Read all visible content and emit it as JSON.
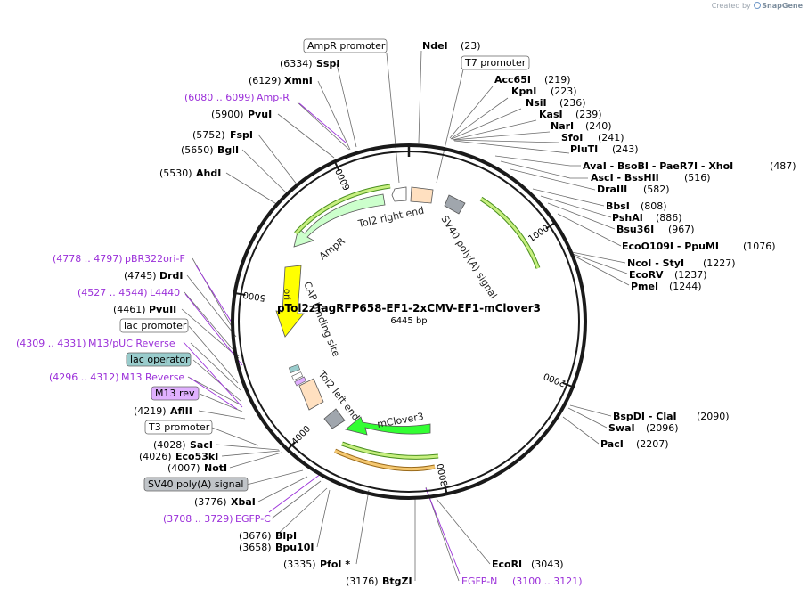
{
  "credit": {
    "prefix": "Created by",
    "brand": "SnapGene"
  },
  "plasmid": {
    "name": "pTol2zTagRFP658-EF1-2xCMV-EF1-mClover3",
    "length_label": "6445 bp",
    "total_bp": 6445
  },
  "ticks": [
    {
      "pos": 1000,
      "label": "1000"
    },
    {
      "pos": 2000,
      "label": "2000"
    },
    {
      "pos": 3000,
      "label": "3000"
    },
    {
      "pos": 4000,
      "label": "4000"
    },
    {
      "pos": 5000,
      "label": "5000"
    },
    {
      "pos": 6000,
      "label": "6000"
    }
  ],
  "right_sites": [
    {
      "name": "NdeI",
      "pos": "(23)"
    },
    {
      "name": "Acc65I",
      "pos": "(219)"
    },
    {
      "name": "KpnI",
      "pos": "(223)"
    },
    {
      "name": "NsiI",
      "pos": "(236)"
    },
    {
      "name": "KasI",
      "pos": "(239)"
    },
    {
      "name": "NarI",
      "pos": "(240)"
    },
    {
      "name": "SfoI",
      "pos": "(241)"
    },
    {
      "name": "PluTI",
      "pos": "(243)"
    },
    {
      "name": "AvaI - BsoBI - PaeR7I - XhoI",
      "pos": "(487)"
    },
    {
      "name": "AscI - BssHII",
      "pos": "(516)"
    },
    {
      "name": "DraIII",
      "pos": "(582)"
    },
    {
      "name": "BbsI",
      "pos": "(808)"
    },
    {
      "name": "PshAI",
      "pos": "(886)"
    },
    {
      "name": "Bsu36I",
      "pos": "(967)"
    },
    {
      "name": "EcoO109I - PpuMI",
      "pos": "(1076)"
    },
    {
      "name": "NcoI - StyI",
      "pos": "(1227)"
    },
    {
      "name": "EcoRV",
      "pos": "(1237)"
    },
    {
      "name": "PmeI",
      "pos": "(1244)"
    },
    {
      "name": "BspDI - ClaI",
      "pos": "(2090)"
    },
    {
      "name": "SwaI",
      "pos": "(2096)"
    },
    {
      "name": "PacI",
      "pos": "(2207)"
    },
    {
      "name": "EcoRI",
      "pos": "(3043)"
    }
  ],
  "left_sites": [
    {
      "name": "SspI",
      "pos": "(6334)"
    },
    {
      "name": "XmnI",
      "pos": "(6129)"
    },
    {
      "name": "PvuI",
      "pos": "(5900)"
    },
    {
      "name": "FspI",
      "pos": "(5752)"
    },
    {
      "name": "BglI",
      "pos": "(5650)"
    },
    {
      "name": "AhdI",
      "pos": "(5530)"
    },
    {
      "name": "DrdI",
      "pos": "(4745)"
    },
    {
      "name": "PvuII",
      "pos": "(4461)"
    },
    {
      "name": "AflII",
      "pos": "(4219)"
    },
    {
      "name": "SacI",
      "pos": "(4028)"
    },
    {
      "name": "Eco53kI",
      "pos": "(4026)"
    },
    {
      "name": "NotI",
      "pos": "(4007)"
    },
    {
      "name": "XbaI",
      "pos": "(3776)"
    },
    {
      "name": "BlpI",
      "pos": "(3676)"
    },
    {
      "name": "Bpu10I",
      "pos": "(3658)"
    },
    {
      "name": "PfoI *",
      "pos": "(3335)"
    },
    {
      "name": "BtgZI",
      "pos": "(3176)"
    }
  ],
  "primers": [
    {
      "range": "(6080 .. 6099)",
      "name": "Amp-R"
    },
    {
      "range": "(4778 .. 4797)",
      "name": "pBR322ori-F"
    },
    {
      "range": "(4527 .. 4544)",
      "name": "L4440"
    },
    {
      "range": "(4309 .. 4331)",
      "name": "M13/pUC Reverse"
    },
    {
      "range": "(4296 .. 4312)",
      "name": "M13 Reverse"
    },
    {
      "range": "(3708 .. 3729)",
      "name": "EGFP-C"
    },
    {
      "name": "EGFP-N",
      "range": "(3100 .. 3121)"
    }
  ],
  "boxed_labels": [
    {
      "text": "AmpR promoter"
    },
    {
      "text": "T7 promoter"
    },
    {
      "text": "lac promoter"
    },
    {
      "text": "lac operator"
    },
    {
      "text": "M13 rev"
    },
    {
      "text": "T3 promoter"
    },
    {
      "text": "SV40 poly(A) signal"
    }
  ],
  "feature_labels": [
    {
      "text": "Tol2 right end"
    },
    {
      "text": "SV40 poly(A) signal"
    },
    {
      "text": "AmpR"
    },
    {
      "text": "ori"
    },
    {
      "text": "CAP binding site"
    },
    {
      "text": "Tol2 left end"
    },
    {
      "text": "mClover3"
    }
  ],
  "colors": {
    "backbone": "#1a1a1a",
    "enzyme_text": "#000000",
    "primer": "#9b30d9",
    "ampr": "#ccffcc",
    "ori": "#ffff00",
    "mclover3": "#33ff33",
    "tol2": "#ffe0c0",
    "polyA": "#a0a6ad",
    "lac_operator": "#99cccc",
    "m13rev": "#e0b0ff",
    "sv40_box": "#c0c4c8",
    "orf_green": "#c8f080",
    "orf_orange": "#f5c870"
  }
}
